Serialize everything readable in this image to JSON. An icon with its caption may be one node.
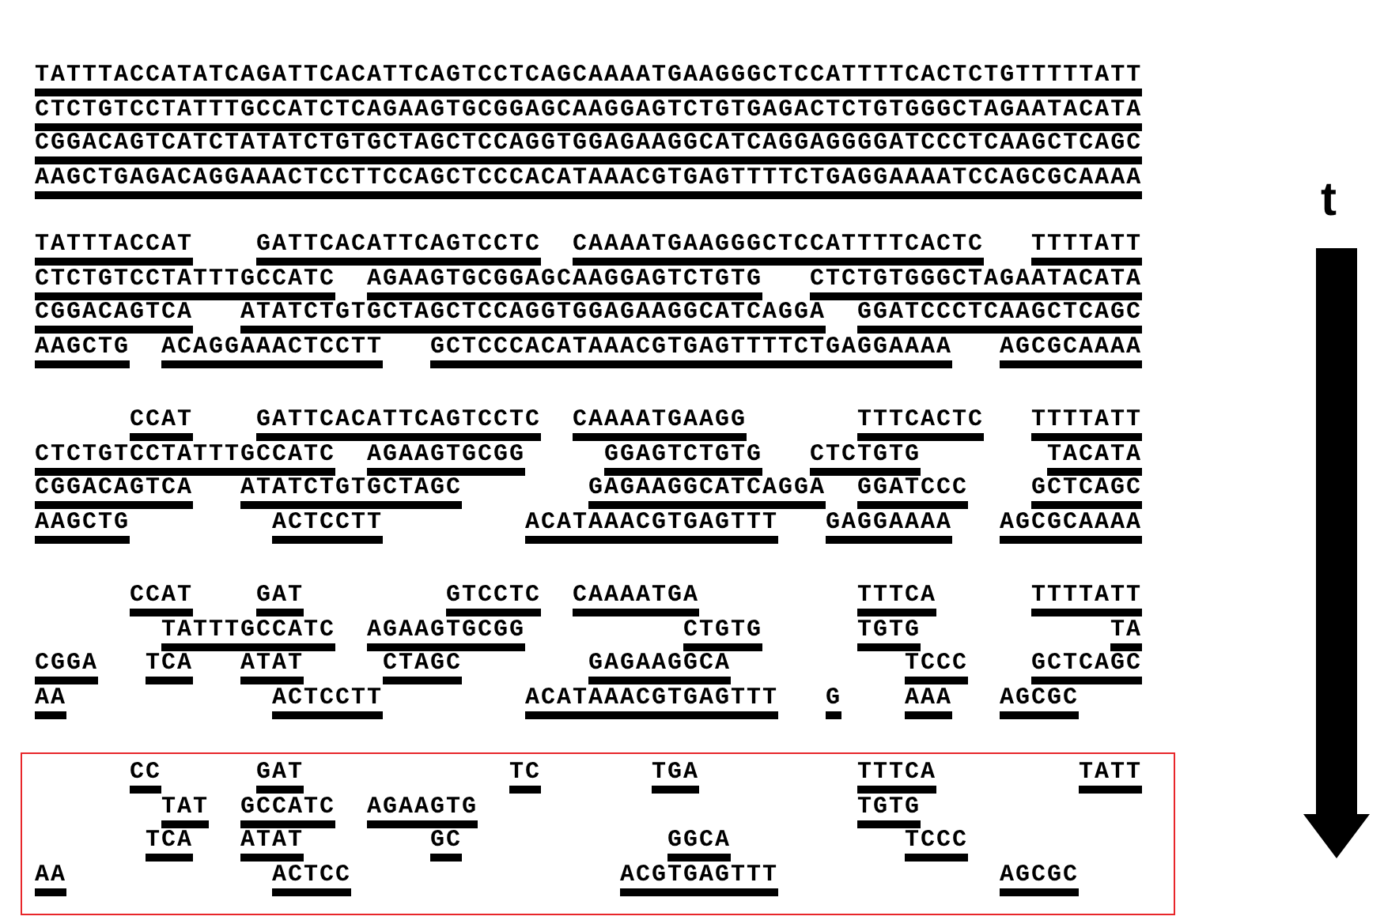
{
  "diagram": {
    "labels": [
      "TATTTACCATATCAGATTCACATTCAGTCCTCAGCAAAATGAAGGGCTCCATTTTCACTCTGTTTTTATT",
      "CTCTGTCCTATTTGCCATCTCAGAAGTGCGGAGCAAGGAGTCTGTGAGACTCTGTGGGCTAGAATACATA",
      "CGGACAGTCATCTATATCTGTGCTAGCTCCAGGTGGAGAAGGCATCAGGAGGGGATCCCTCAAGCTCAGC",
      "AAGCTGAGACAGGAAACTCCTTCCAGCTCCCACATAAACGTGAGTTTTCTGAGGAAAATCCAGCGCAAAA",
      "t",
      "TATTTACCAT",
      "GATTCACATTCAGTCCTC",
      "CAAAATGAAGGGCTCCATTTTCACTC",
      "TTTTATT",
      "CTCTGTCCTATTTGCCATC",
      "AGAAGTGCGGAGCAAGGAGTCTGTG",
      "CTCTGTGGGCTAGAATACATA",
      "CGGACAGTCA",
      "ATATCTGTGCTAGCTCCAGGTGGAGAAGGCATCAGGA",
      "GGATCCCTCAAGCTCAGC",
      "AAGCTG",
      "ACAGGAAACTCCTT",
      "GCTCCCACATAAACGTGAGTTTTCTGAGGAAAA",
      "AGCGCAAAA",
      "CCAT",
      "GATTCACATTCAGTCCTC",
      "CAAAATGAAGG",
      "TTTCACTC",
      "TTTTATT",
      "CTCTGTCCTATTTGCCATC",
      "AGAAGTGCGG",
      "GGAGTCTGTG",
      "CTCTGTG",
      "TACATA",
      "CGGACAGTCA",
      "ATATCTGTGCTAGC",
      "GAGAAGGCATCAGGA",
      "GGATCCC",
      "GCTCAGC",
      "AAGCTG",
      "ACTCCTT",
      "ACATAAACGTGAGTTT",
      "GAGGAAAA",
      "AGCGCAAAA",
      "CCAT",
      "GAT",
      "GTCCTC",
      "CAAAATGA",
      "TTTCA",
      "TTTTATT",
      "TATTTGCCATC",
      "AGAAGTGCGG",
      "CTGTG",
      "TGTG",
      "TA",
      "CGGA",
      "TCA",
      "ATAT",
      "CTAGC",
      "GAGAAGGCA",
      "TCCC",
      "GCTCAGC",
      "AA",
      "ACTCCTT",
      "ACATAAACGTGAGTTT",
      "G",
      "AAA",
      "AGCGC",
      "CC",
      "GAT",
      "TC",
      "TGA",
      "TTTCA",
      "TATT",
      "TAT",
      "GCCATC",
      "AGAAGTG",
      "TGTG",
      "TCA",
      "ATAT",
      "GC",
      "GGCA",
      "TCCC",
      "AA",
      "ACTCC",
      "ACGTGAGTTT",
      "AGCGC"
    ]
  }
}
